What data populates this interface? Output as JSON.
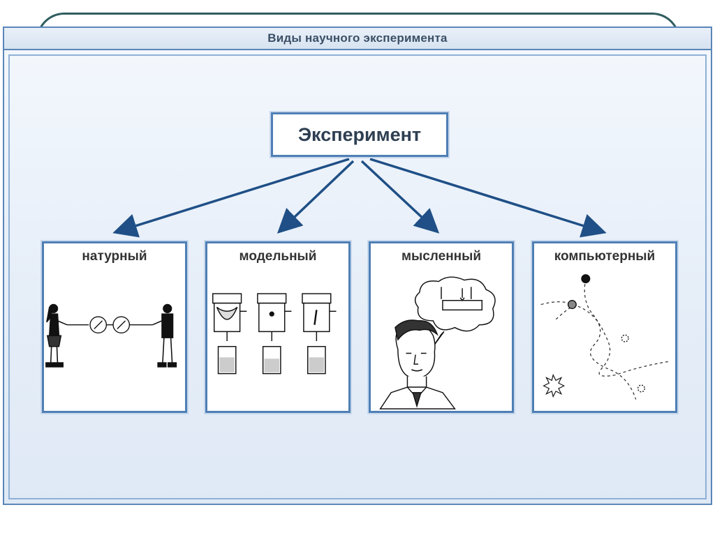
{
  "slide": {
    "title": "Виды научного эксперимента"
  },
  "diagram": {
    "root": "Эксперимент",
    "branches": [
      {
        "label": "натурный",
        "picture": "two-skaters-with-spring-balances-icon"
      },
      {
        "label": "модельный",
        "picture": "three-filter-devices-with-beakers-icon"
      },
      {
        "label": "мысленный",
        "picture": "thinking-man-with-thought-bubble-icon"
      },
      {
        "label": "компьютерный",
        "picture": "particle-trajectories-simulation-icon"
      }
    ]
  },
  "colors": {
    "frame": "#5a86b8",
    "arrow": "#1f4f86",
    "panel_background": "#e6eef8",
    "text": "#2e3f52"
  }
}
